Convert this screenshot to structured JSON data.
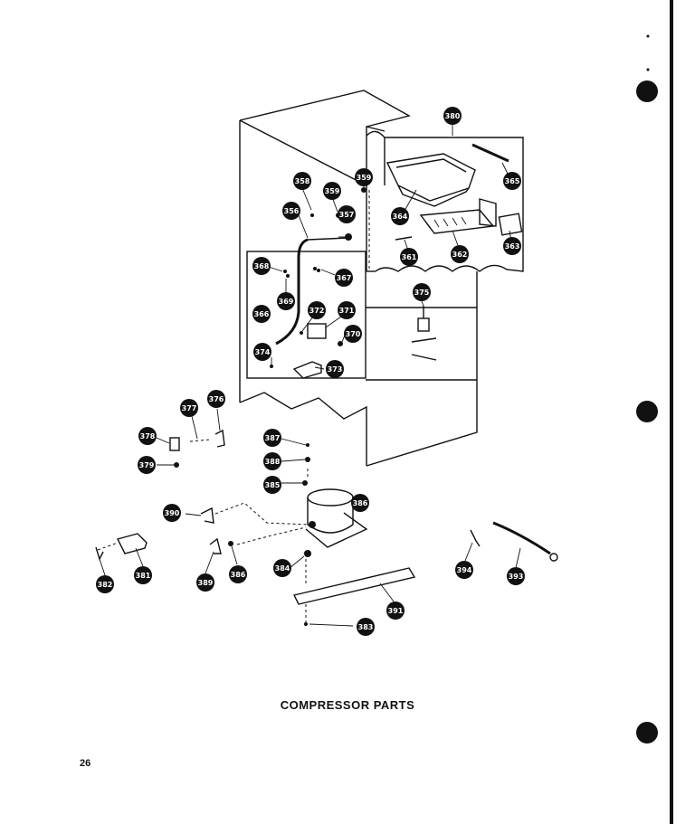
{
  "diagram": {
    "title": "COMPRESSOR PARTS",
    "page_number": "26",
    "callouts": [
      {
        "id": "c380",
        "label": "380"
      },
      {
        "id": "c358",
        "label": "358"
      },
      {
        "id": "c359",
        "label": "359"
      },
      {
        "id": "c359b",
        "label": "359"
      },
      {
        "id": "c356",
        "label": "356"
      },
      {
        "id": "c357",
        "label": "357"
      },
      {
        "id": "c365",
        "label": "365"
      },
      {
        "id": "c364",
        "label": "364"
      },
      {
        "id": "c361",
        "label": "361"
      },
      {
        "id": "c362",
        "label": "362"
      },
      {
        "id": "c363",
        "label": "363"
      },
      {
        "id": "c368",
        "label": "368"
      },
      {
        "id": "c367",
        "label": "367"
      },
      {
        "id": "c369",
        "label": "369"
      },
      {
        "id": "c366",
        "label": "366"
      },
      {
        "id": "c372",
        "label": "372"
      },
      {
        "id": "c371",
        "label": "371"
      },
      {
        "id": "c370",
        "label": "370"
      },
      {
        "id": "c374",
        "label": "374"
      },
      {
        "id": "c373",
        "label": "373"
      },
      {
        "id": "c375",
        "label": "375"
      },
      {
        "id": "c377",
        "label": "377"
      },
      {
        "id": "c376",
        "label": "376"
      },
      {
        "id": "c378",
        "label": "378"
      },
      {
        "id": "c379",
        "label": "379"
      },
      {
        "id": "c387",
        "label": "387"
      },
      {
        "id": "c388",
        "label": "388"
      },
      {
        "id": "c385",
        "label": "385"
      },
      {
        "id": "c386",
        "label": "386"
      },
      {
        "id": "c390",
        "label": "390"
      },
      {
        "id": "c382",
        "label": "382"
      },
      {
        "id": "c381",
        "label": "381"
      },
      {
        "id": "c389",
        "label": "389"
      },
      {
        "id": "c386b",
        "label": "386"
      },
      {
        "id": "c384",
        "label": "384"
      },
      {
        "id": "c391",
        "label": "391"
      },
      {
        "id": "c383",
        "label": "383"
      },
      {
        "id": "c394",
        "label": "394"
      },
      {
        "id": "c393",
        "label": "393"
      }
    ]
  }
}
